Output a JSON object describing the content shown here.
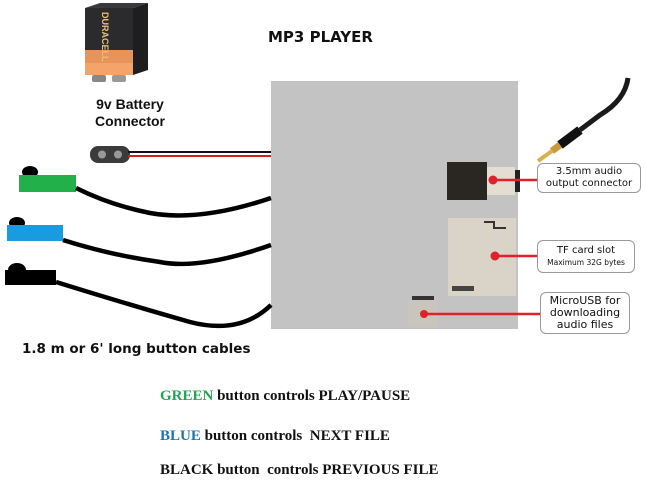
{
  "title": "MP3 PLAYER",
  "battery": {
    "label_line1": "9v Battery",
    "label_line2": "Connector",
    "brand": "DURACELL"
  },
  "callouts": {
    "audio": {
      "line1": "3.5mm audio",
      "line2": "output connector"
    },
    "tf": {
      "line1": "TF card slot",
      "line2": "Maximum 32G bytes"
    },
    "usb": {
      "line1": "MicroUSB for",
      "line2": "downloading",
      "line3": "audio files"
    }
  },
  "cables_label": "1.8 m or 6' long button cables",
  "buttons": [
    {
      "color_name": "GREEN",
      "color": "#22a552",
      "action": " button controls PLAY/PAUSE"
    },
    {
      "color_name": "BLUE",
      "color": "#1a73b8",
      "action": " button controls  NEXT FILE"
    },
    {
      "color_name": "BLACK",
      "color": "#111111",
      "action": " button  controls PREVIOUS FILE"
    }
  ],
  "colors": {
    "board": "#c3c3c3",
    "pointer": "#e0202a",
    "green_button": "#22b04b",
    "blue_button": "#1a9be0",
    "black_button": "#000000"
  }
}
